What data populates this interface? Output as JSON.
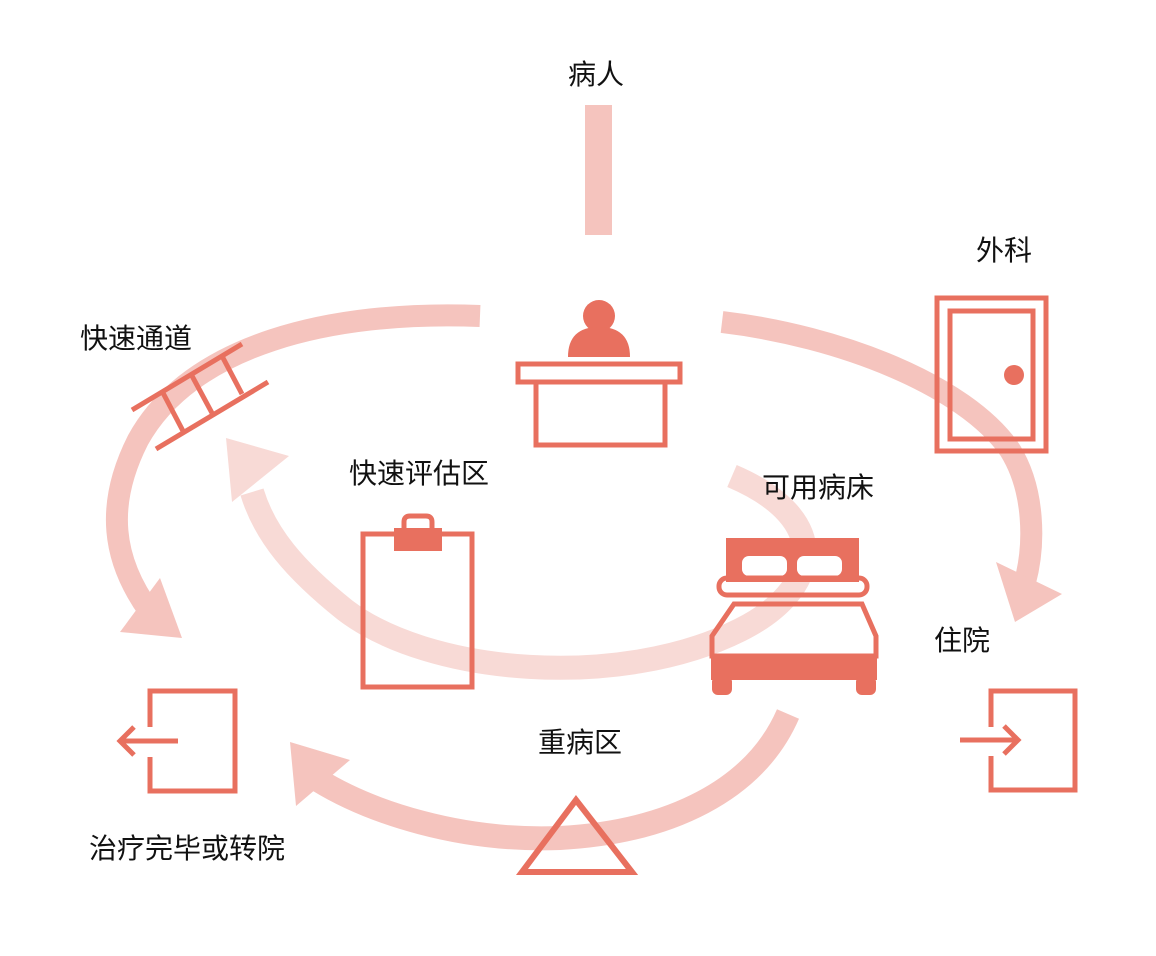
{
  "labels": {
    "patient": "病人",
    "fast_track": "快速通道",
    "surgery": "外科",
    "rapid_assessment": "快速评估区",
    "available_beds": "可用病床",
    "inpatient": "住院",
    "critical_care": "重病区",
    "discharge": "治疗完毕或转院"
  },
  "icons": {
    "reception": "reception-desk-icon",
    "fast_track": "ladder-icon",
    "surgery": "door-icon",
    "rapid_assessment": "clipboard-icon",
    "available_beds": "bed-icon",
    "critical_care": "triangle-icon",
    "discharge": "exit-icon",
    "inpatient": "enter-icon"
  },
  "colors": {
    "icon": "#E8705F",
    "flow": "#F5C4BE",
    "flow_light": "#F8DAD6",
    "text": "#111111"
  }
}
